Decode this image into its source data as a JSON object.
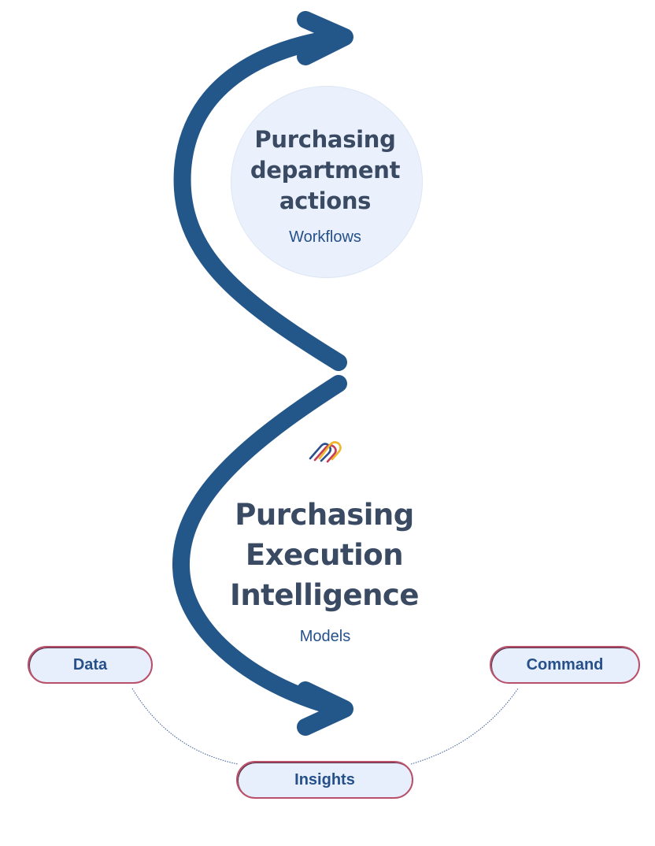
{
  "workflows_node": {
    "title": "Purchasing\ndepartment\nactions",
    "subtitle": "Workflows"
  },
  "core_node": {
    "title": "Purchasing\nExecution\nIntelligence",
    "subtitle": "Models",
    "icon": "interlinked-paperclip-logo-icon"
  },
  "pills": {
    "data": "Data",
    "command": "Command",
    "insights": "Insights"
  },
  "colors": {
    "arrow": "#235689",
    "title_text": "#3a4a63",
    "subtitle_text": "#26508a",
    "circle_fill": "#eaf1fd",
    "pill_fill": "#e8effc",
    "pill_border": "#b9506a",
    "connector_line": "#3b5a9a"
  }
}
